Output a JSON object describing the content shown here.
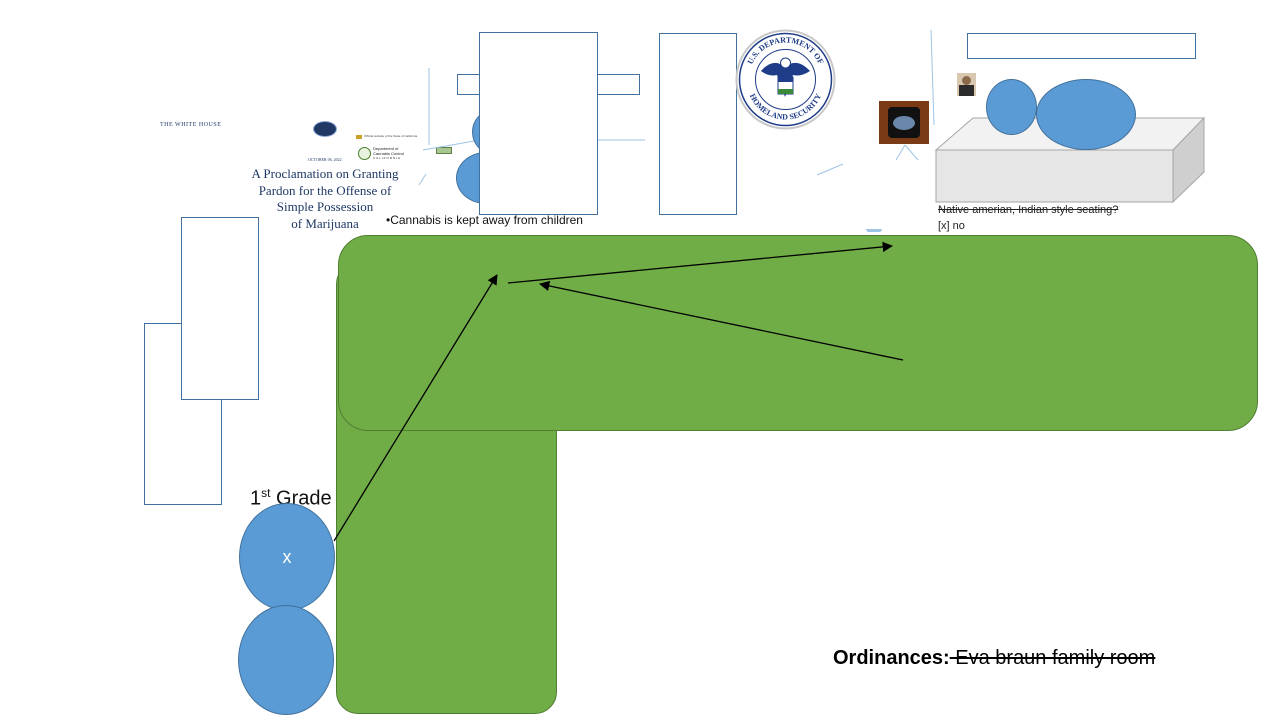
{
  "whitehouse": {
    "header": "THE WHITE HOUSE",
    "date": "OCTOBER 06, 2022",
    "title_lines": [
      "A Proclamation on Granting",
      "Pardon for the Offense of",
      "Simple Possession",
      "of Marijuana"
    ]
  },
  "cannabis_snippet": {
    "official_site": "Official website of the State of California",
    "department_line1": "Department of",
    "department_line2": "Cannabis Control",
    "state": "CALIFORNIA"
  },
  "seal": {
    "top_text": "U.S. DEPARTMENT OF",
    "bottom_text": "HOMELAND SECURITY"
  },
  "notes": {
    "cannabis_bullet": "•Cannabis is kept away from children",
    "seating_question": "Native amerian, Indian style seating?",
    "seating_answer": "[x] no",
    "grade_base": "1",
    "grade_sup": "st",
    "grade_rest": " Grade",
    "circle_mark": "x",
    "ordinances_label": "Ordinances:",
    "ordinances_struck": " Eva braun family room"
  },
  "colors": {
    "blue": "#5b9bd5",
    "green": "#70ad47",
    "outline": "#41719c",
    "seal_blue": "#1f3c88"
  }
}
